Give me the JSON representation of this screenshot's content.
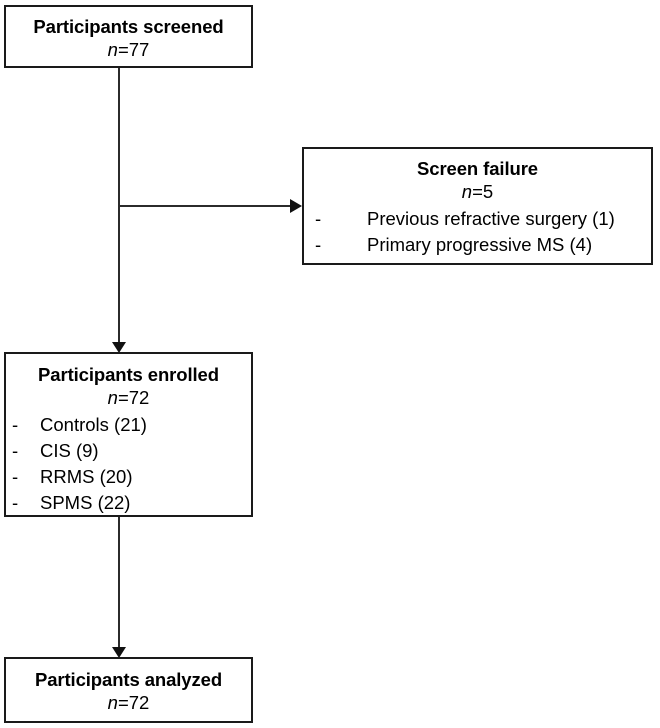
{
  "diagram": {
    "type": "participant-flow-chart",
    "nodes": {
      "screened": {
        "title": "Participants screened",
        "count_prefix": "n",
        "count_value": "=77"
      },
      "screen_failure": {
        "title": "Screen failure",
        "count_prefix": "n",
        "count_value": "=5",
        "items": [
          {
            "bullet": "-",
            "text": "Previous refractive surgery (1)"
          },
          {
            "bullet": "-",
            "text": "Primary progressive MS (4)"
          }
        ]
      },
      "enrolled": {
        "title": "Participants enrolled",
        "count_prefix": "n",
        "count_value": "=72",
        "items": [
          {
            "bullet": "-",
            "text": "Controls (21)"
          },
          {
            "bullet": "-",
            "text": "CIS (9)"
          },
          {
            "bullet": "-",
            "text": "RRMS (20)"
          },
          {
            "bullet": "-",
            "text": "SPMS (22)"
          }
        ]
      },
      "analyzed": {
        "title": "Participants analyzed",
        "count_prefix": "n",
        "count_value": "=72"
      }
    },
    "colors": {
      "box_border": "#1a1a1a",
      "connector": "#2b2b2b",
      "arrow": "#111111",
      "background": "#ffffff",
      "text": "#000000"
    }
  }
}
